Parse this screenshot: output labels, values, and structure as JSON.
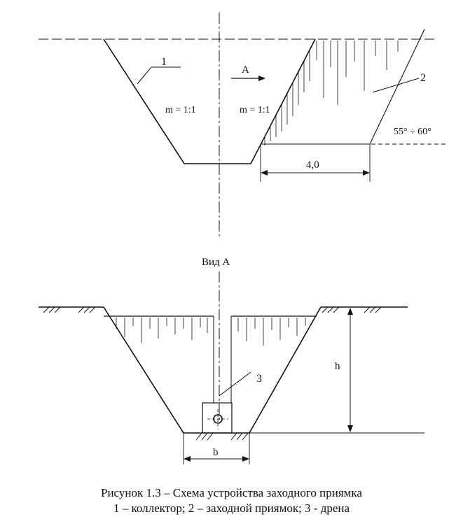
{
  "figure": {
    "top_view": {
      "label_1": "1",
      "label_2": "2",
      "arrow_label": "A",
      "slope_left": "m = 1:1",
      "slope_right": "m = 1:1",
      "angle": "55° ÷ 60°",
      "dimension": "4,0"
    },
    "section_view": {
      "title": "Вид А",
      "label_3": "3",
      "depth_label": "h",
      "width_label": "b"
    }
  },
  "caption": {
    "line1": "Рисунок 1.3 – Схема устройства заходного приямка",
    "line2": "1 – коллектор; 2 – заходной приямок; 3 - дрена"
  }
}
